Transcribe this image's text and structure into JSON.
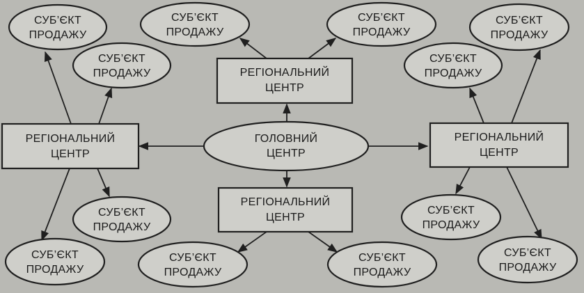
{
  "nodes": {
    "main": {
      "lines": [
        "ГОЛОВНИЙ",
        "ЦЕНТР"
      ]
    },
    "region_left": {
      "lines": [
        "РЕГІОНАЛЬНИЙ",
        "ЦЕНТР"
      ]
    },
    "region_right": {
      "lines": [
        "РЕГІОНАЛЬНИЙ",
        "ЦЕНТР"
      ]
    },
    "region_top": {
      "lines": [
        "РЕГІОНАЛЬНИЙ",
        "ЦЕНТР"
      ]
    },
    "region_bottom": {
      "lines": [
        "РЕГІОНАЛЬНИЙ",
        "ЦЕНТР"
      ]
    },
    "subject_tl_outer": {
      "lines": [
        "СУБ’ЄКТ",
        "ПРОДАЖУ"
      ]
    },
    "subject_tl_inner": {
      "lines": [
        "СУБ’ЄКТ",
        "ПРОДАЖУ"
      ]
    },
    "subject_bl_inner": {
      "lines": [
        "СУБ’ЄКТ",
        "ПРОДАЖУ"
      ]
    },
    "subject_bl_outer": {
      "lines": [
        "СУБ’ЄКТ",
        "ПРОДАЖУ"
      ]
    },
    "subject_top_left": {
      "lines": [
        "СУБ’ЄКТ",
        "ПРОДАЖУ"
      ]
    },
    "subject_top_right": {
      "lines": [
        "СУБ’ЄКТ",
        "ПРОДАЖУ"
      ]
    },
    "subject_bottom_left": {
      "lines": [
        "СУБ’ЄКТ",
        "ПРОДАЖУ"
      ]
    },
    "subject_bottom_right": {
      "lines": [
        "СУБ’ЄКТ",
        "ПРОДАЖУ"
      ]
    },
    "subject_tr_outer": {
      "lines": [
        "СУБ’ЄКТ",
        "ПРОДАЖУ"
      ]
    },
    "subject_tr_inner": {
      "lines": [
        "СУБ’ЄКТ",
        "ПРОДАЖУ"
      ]
    },
    "subject_br_inner": {
      "lines": [
        "СУБ’ЄКТ",
        "ПРОДАЖУ"
      ]
    },
    "subject_br_outer": {
      "lines": [
        "СУБ’ЄКТ",
        "ПРОДАЖУ"
      ]
    }
  },
  "colors": {
    "ink": "#1f1f1f",
    "paper": "#cfcfca",
    "background": "#b9b9b4"
  }
}
